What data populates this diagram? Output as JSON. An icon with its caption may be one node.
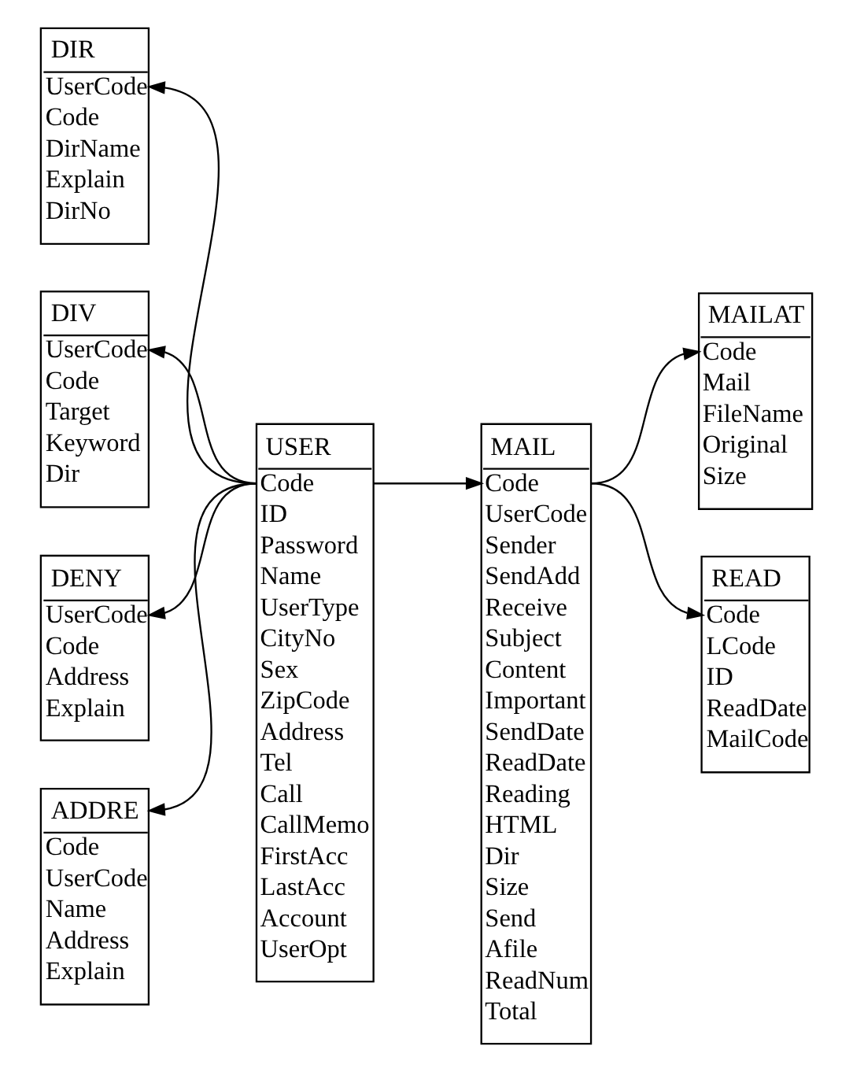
{
  "diagram": {
    "nodes": [
      {
        "text": [
          "DIR",
          "UserCode",
          "Code",
          "DirName",
          "Explain",
          "DirNo"
        ]
      },
      {
        "text": [
          "USER",
          "Code",
          "ID",
          "Password",
          "Name",
          "UserType",
          "CityNo",
          "Sex",
          "ZipCode",
          "Address",
          "Tel",
          "Call",
          "CallMemo",
          "FirstAcc",
          "LastAcc",
          "Account",
          "UserOpt"
        ]
      },
      {
        "text": [
          "MAIL",
          "Code",
          "UserCode",
          "Sender",
          "SendAdd",
          "Receive",
          "Subject",
          "Content",
          "Important",
          "SendDate",
          "ReadDate",
          "Reading",
          "HTML",
          "Dir",
          "Size",
          "Send",
          "Afile",
          "ReadNum",
          "Total"
        ]
      },
      {
        "text": [
          "MAILAT",
          "Code",
          "Mail",
          "FileName",
          "Original",
          "Size"
        ]
      },
      {
        "text": [
          "READ",
          "Code",
          "LCode",
          "ID",
          "ReadDate",
          "MailCode"
        ]
      },
      {
        "text": [
          "DIV",
          "UserCode",
          "Code",
          "Target",
          "Keyword",
          "Dir"
        ]
      },
      {
        "text": [
          "DENY",
          "UserCode",
          "Code",
          "Address",
          "Explain"
        ]
      },
      {
        "text": [
          "ADDRE",
          "Code",
          "UserCode",
          "Name",
          "Address",
          "Explain"
        ]
      }
    ],
    "edges": [
      {
        "from": 1,
        "to": 0,
        "arrow": "to"
      },
      {
        "from": 1,
        "to": 5,
        "arrow": "to"
      },
      {
        "from": 1,
        "to": 6,
        "arrow": "to"
      },
      {
        "from": 1,
        "to": 7,
        "arrow": "to"
      },
      {
        "from": 1,
        "to": 2,
        "arrow": "to"
      },
      {
        "from": 2,
        "to": 3,
        "arrow": "to"
      },
      {
        "from": 2,
        "to": 4,
        "arrow": "to"
      }
    ]
  }
}
